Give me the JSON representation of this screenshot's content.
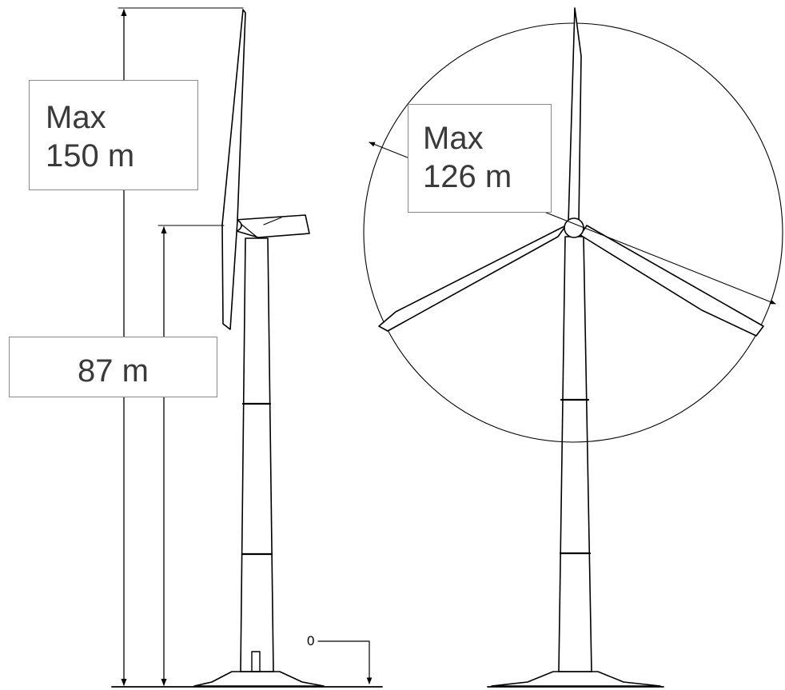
{
  "labels": {
    "total_height": {
      "line1": "Max",
      "line2": "150 m"
    },
    "hub_height": "87 m",
    "rotor_diameter": {
      "line1": "Max",
      "line2": "126 m"
    },
    "ground_level": "0"
  },
  "colors": {
    "line": "#000000",
    "box_border": "#8a8a8a",
    "text": "#3a3a3a"
  }
}
